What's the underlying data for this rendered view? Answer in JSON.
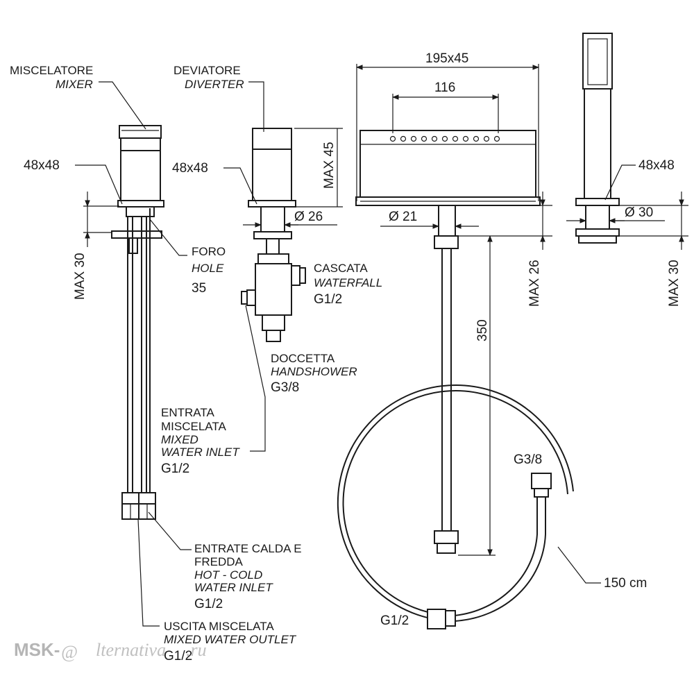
{
  "mixer": {
    "label_it": "MISCELATORE",
    "label_en": "MIXER",
    "dim_top": "48x48",
    "dim_height": "MAX 30",
    "hole_it": "FORO",
    "hole_en": "HOLE",
    "hole_value": "35",
    "inlet_it_1": "ENTRATA",
    "inlet_it_2": "MISCELATA",
    "inlet_en_1": "MIXED",
    "inlet_en_2": "WATER INLET",
    "inlet_thread": "G1/2",
    "hotcold_it_1": "ENTRATE CALDA E",
    "hotcold_it_2": "FREDDA",
    "hotcold_en_1": "HOT - COLD",
    "hotcold_en_2": "WATER INLET",
    "hotcold_thread": "G1/2",
    "outlet_it": "USCITA MISCELATA",
    "outlet_en": "MIXED WATER OUTLET",
    "outlet_thread": "G1/2"
  },
  "diverter": {
    "label_it": "DEVIATORE",
    "label_en": "DIVERTER",
    "dim_top": "48x48",
    "dim_height": "MAX 45",
    "dim_diam": "Ø 26",
    "waterfall_it": "CASCATA",
    "waterfall_en": "WATERFALL",
    "waterfall_thread": "G1/2",
    "handshower_it": "DOCCETTA",
    "handshower_en": "HANDSHOWER",
    "handshower_thread": "G3/8"
  },
  "spout": {
    "dim_width": "195x45",
    "dim_inner": "116",
    "dim_diam": "Ø 21",
    "dim_height": "MAX 26",
    "dim_length": "350"
  },
  "handshower": {
    "dim_top": "48x48",
    "dim_diam": "Ø 30",
    "dim_height": "MAX 30",
    "hose_thread_top": "G3/8",
    "hose_thread_bottom": "G1/2",
    "hose_length": "150 cm"
  },
  "watermark": {
    "left": "MSK-",
    "at": "@",
    "right": "lternativa",
    "suffix": ".ru"
  }
}
